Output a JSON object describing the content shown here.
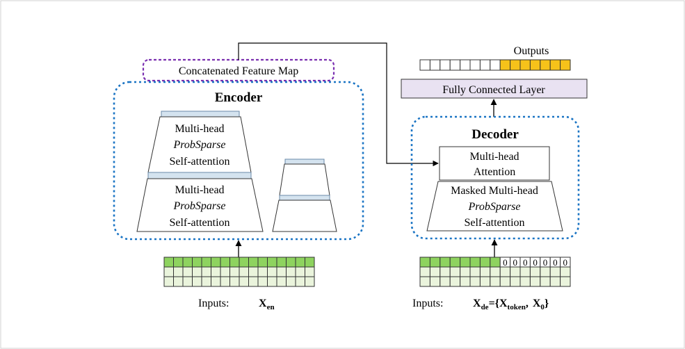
{
  "concat_map": {
    "label": "Concatenated Feature Map"
  },
  "encoder": {
    "title": "Encoder",
    "block1": [
      "Multi-head",
      "ProbSparse",
      "Self-attention"
    ],
    "block2": [
      "Multi-head",
      "ProbSparse",
      "Self-attention"
    ]
  },
  "decoder": {
    "title": "Decoder",
    "attention": [
      "Multi-head",
      "Attention"
    ],
    "masked": [
      "Masked Multi-head",
      "ProbSparse",
      "Self-attention"
    ]
  },
  "fc_layer": {
    "label": "Fully Connected Layer"
  },
  "outputs": {
    "label": "Outputs"
  },
  "encoder_input": {
    "label": "Inputs:",
    "var": "X",
    "sub": "en"
  },
  "decoder_input": {
    "label": "Inputs:",
    "var": "X",
    "sub": "de",
    "eq": "={",
    "token_var": "X",
    "token_sub": "token",
    "comma": ",",
    "zero_var": "X",
    "zero_sub": "0",
    "close": "}"
  },
  "zeros": [
    "0",
    "0",
    "0",
    "0",
    "0",
    "0",
    "0"
  ],
  "colors": {
    "encoder_border": "#1a74c4",
    "concat_border": "#7a2fb0",
    "input_green": "#8ed35f",
    "input_light": "#eaf4dc",
    "output_yellow": "#f6c21a",
    "fc_fill": "#e9e2f2",
    "layer_band": "#d4e3ef"
  }
}
